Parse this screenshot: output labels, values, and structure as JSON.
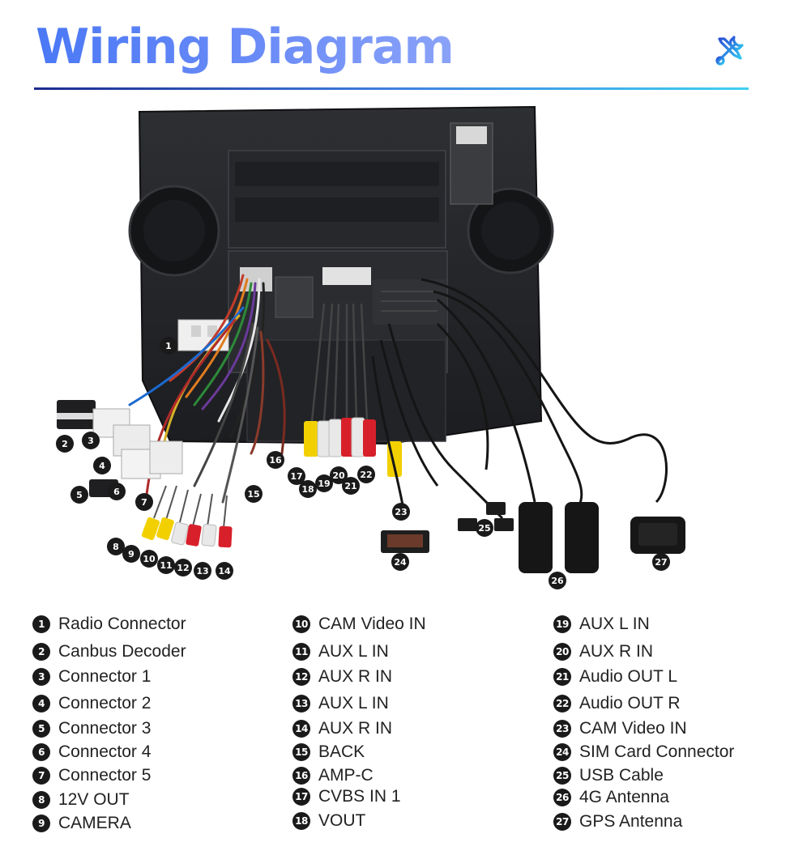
{
  "title": "Wiring Diagram",
  "icons": {
    "header": "tools-icon"
  },
  "colors": {
    "accent": "#4a78f5",
    "rule_start": "#1c2b8c",
    "rule_end": "#3fd0f0",
    "marker": "#1a1a1a"
  },
  "legend": [
    {
      "num": "1",
      "label": "Radio Connector"
    },
    {
      "num": "2",
      "label": "Canbus Decoder"
    },
    {
      "num": "3",
      "label": "Connector 1"
    },
    {
      "num": "4",
      "label": "Connector 2"
    },
    {
      "num": "5",
      "label": "Connector 3"
    },
    {
      "num": "6",
      "label": "Connector 4"
    },
    {
      "num": "7",
      "label": "Connector 5"
    },
    {
      "num": "8",
      "label": "12V OUT"
    },
    {
      "num": "9",
      "label": "CAMERA"
    },
    {
      "num": "10",
      "label": "CAM Video IN"
    },
    {
      "num": "11",
      "label": "AUX L IN"
    },
    {
      "num": "12",
      "label": "AUX R IN"
    },
    {
      "num": "13",
      "label": "AUX L IN"
    },
    {
      "num": "14",
      "label": "AUX R IN"
    },
    {
      "num": "15",
      "label": "BACK"
    },
    {
      "num": "16",
      "label": "AMP-C"
    },
    {
      "num": "17",
      "label": "CVBS IN 1"
    },
    {
      "num": "18",
      "label": "VOUT"
    },
    {
      "num": "19",
      "label": "AUX L IN"
    },
    {
      "num": "20",
      "label": "AUX R IN"
    },
    {
      "num": "21",
      "label": "Audio OUT L"
    },
    {
      "num": "22",
      "label": "Audio OUT R"
    },
    {
      "num": "23",
      "label": "CAM Video IN"
    },
    {
      "num": "24",
      "label": "SIM Card Connector"
    },
    {
      "num": "25",
      "label": "USB Cable"
    },
    {
      "num": "26",
      "label": "4G Antenna"
    },
    {
      "num": "27",
      "label": "GPS Antenna"
    }
  ]
}
